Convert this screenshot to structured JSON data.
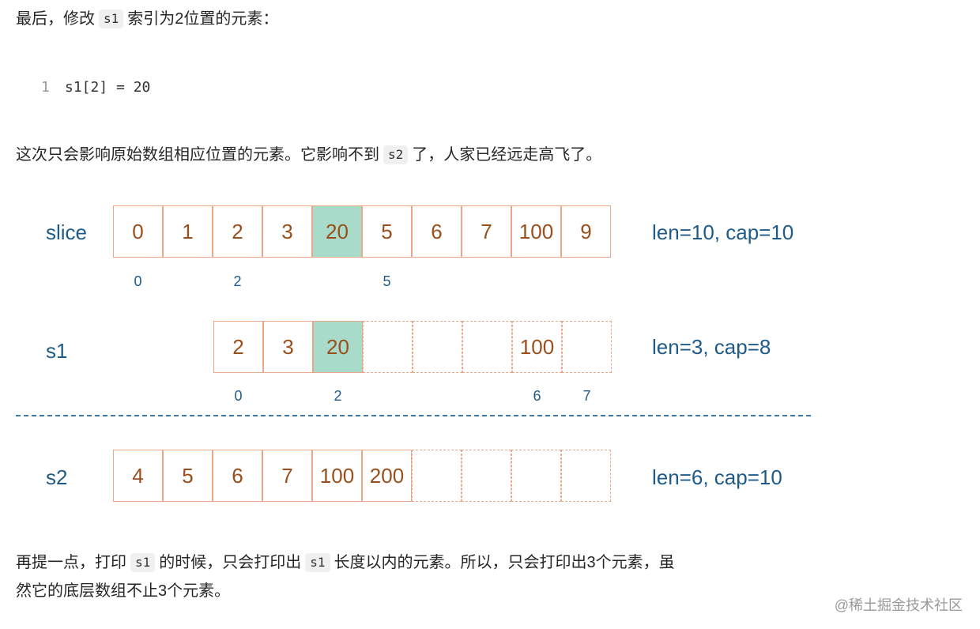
{
  "intro": {
    "before": "最后，修改",
    "code": "s1",
    "after": "索引为2位置的元素："
  },
  "codeblock": {
    "line_number": "1",
    "code": "s1[2] = 20"
  },
  "explain": {
    "before": "这次只会影响原始数组相应位置的元素。它影响不到",
    "code": "s2",
    "after": "了，人家已经远走高飞了。"
  },
  "diagram": {
    "slice": {
      "label": "slice",
      "cells": [
        "0",
        "1",
        "2",
        "3",
        "20",
        "5",
        "6",
        "7",
        "100",
        "9"
      ],
      "highlight_index": 4,
      "indices": [
        "0",
        "2",
        "5"
      ],
      "info": "len=10, cap=10"
    },
    "s1": {
      "label": "s1",
      "cells": [
        "2",
        "3",
        "20",
        "",
        "",
        "",
        "100",
        ""
      ],
      "highlight_index": 2,
      "indices": [
        "0",
        "2",
        "6",
        "7"
      ],
      "info": "len=3, cap=8"
    },
    "s2": {
      "label": "s2",
      "cells": [
        "4",
        "5",
        "6",
        "7",
        "100",
        "200",
        "",
        "",
        "",
        ""
      ],
      "info": "len=6, cap=10"
    },
    "colors": {
      "highlight": "#a9dbcb",
      "border": "#e8a88a",
      "value_text": "#9a4e1b",
      "label_text": "#1e5b8a"
    }
  },
  "outro": {
    "p1": "再提一点，打印",
    "code1": "s1",
    "p2": "的时候，只会打印出",
    "code2": "s1",
    "p3": "长度以内的元素。所以，只会打印出3个元素，虽",
    "line2": "然它的底层数组不止3个元素。"
  },
  "watermark": "@稀土掘金技术社区"
}
